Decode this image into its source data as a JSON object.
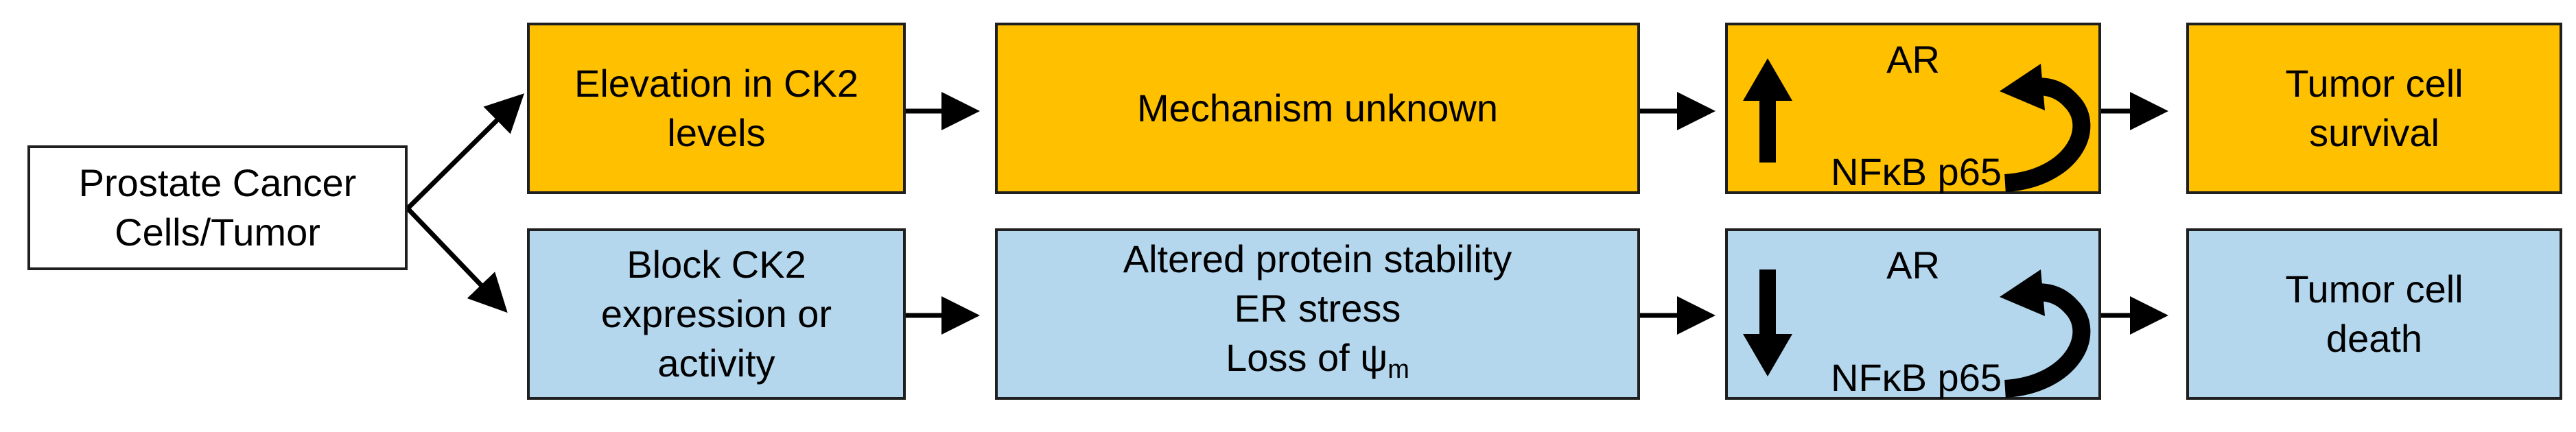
{
  "colors": {
    "top_fill": "#FFC000",
    "bottom_fill": "#B4D7EE",
    "border": "#1f1f1f",
    "arrow": "#000000"
  },
  "source": {
    "lines": [
      "Prostate Cancer",
      "Cells/Tumor"
    ]
  },
  "top_row": {
    "step1": [
      "Elevation in CK2",
      "levels"
    ],
    "step2": [
      "Mechanism unknown"
    ],
    "factors": {
      "ar": "AR",
      "nfkb": "NFκB p65",
      "direction_icon": "up-arrow-icon",
      "loop_icon": "curved-loop-arrow-icon"
    },
    "outcome": [
      "Tumor cell",
      "survival"
    ]
  },
  "bottom_row": {
    "step1": [
      "Block CK2",
      "expression or",
      "activity"
    ],
    "step2": {
      "line1": "Altered protein stability",
      "line2": "ER stress",
      "line3_prefix": "Loss of ψ",
      "line3_sub": "m"
    },
    "factors": {
      "ar": "AR",
      "nfkb": "NFκB p65",
      "direction_icon": "down-arrow-icon",
      "loop_icon": "curved-loop-arrow-icon"
    },
    "outcome": [
      "Tumor cell",
      "death"
    ]
  }
}
